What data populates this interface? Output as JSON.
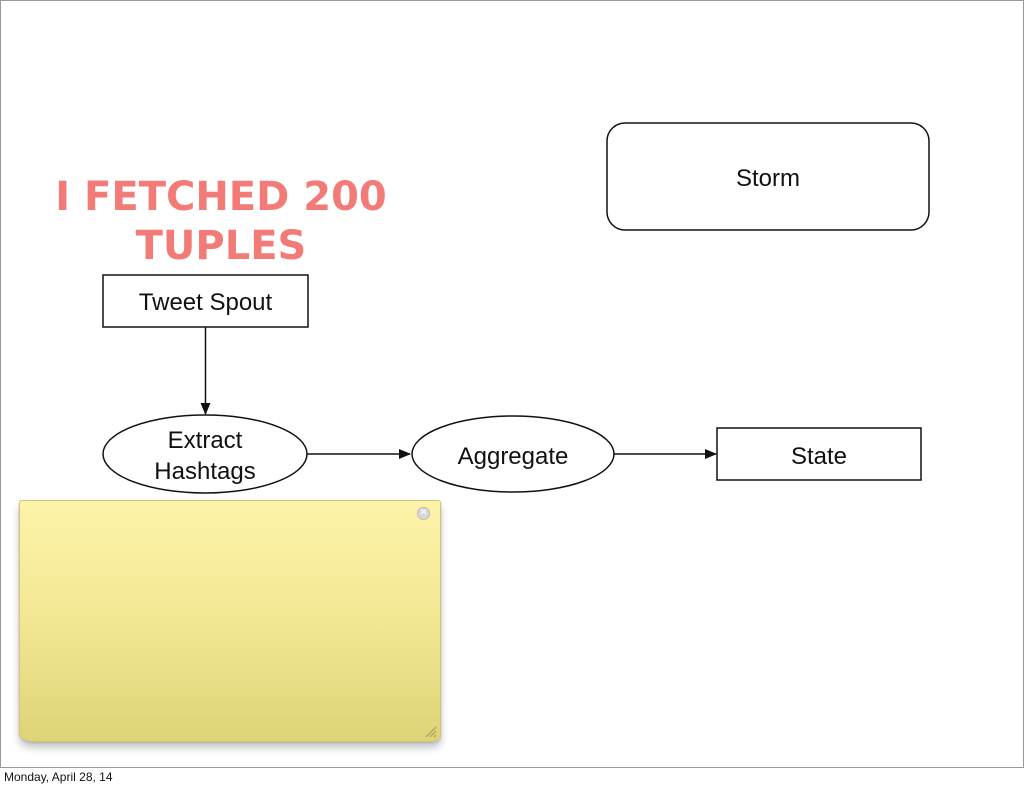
{
  "heading": {
    "line1": "I FETCHED 200",
    "line2": "TUPLES",
    "color": "#f27b78"
  },
  "nodes": {
    "storm": "Storm",
    "tweet_spout": "Tweet Spout",
    "extract_hashtags_line1": "Extract",
    "extract_hashtags_line2": "Hashtags",
    "aggregate": "Aggregate",
    "state": "State"
  },
  "sticky_note": {
    "text": ""
  },
  "footer": {
    "date": "Monday, April 28, 14"
  }
}
